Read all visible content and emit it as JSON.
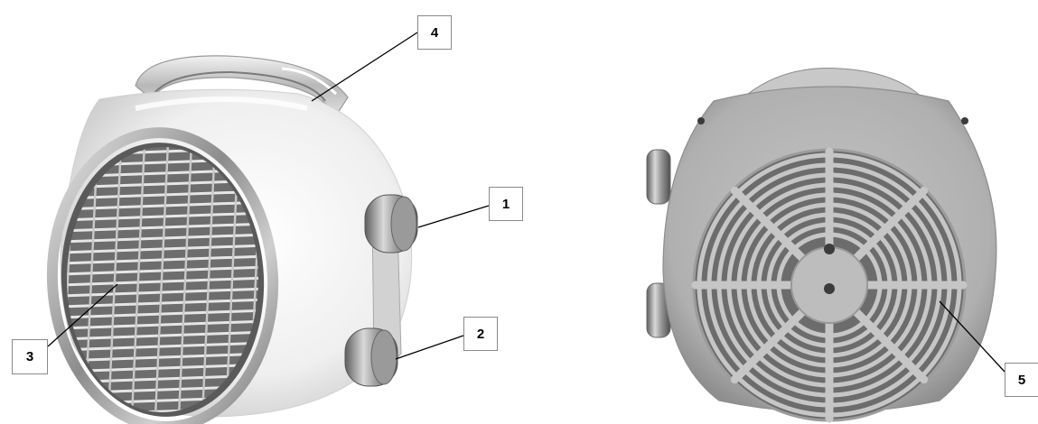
{
  "figure": {
    "views": [
      "front-view",
      "rear-view"
    ],
    "callouts": [
      {
        "id": "callout-1",
        "label": "1"
      },
      {
        "id": "callout-2",
        "label": "2"
      },
      {
        "id": "callout-3",
        "label": "3"
      },
      {
        "id": "callout-4",
        "label": "4"
      },
      {
        "id": "callout-5",
        "label": "5"
      }
    ]
  },
  "colors": {
    "body_white": "#f4f4f4",
    "body_rear": "#b5b5b5",
    "chrome": "#8f8f8f",
    "leader_line": "#000000",
    "callout_border": "#8a8a8a"
  }
}
